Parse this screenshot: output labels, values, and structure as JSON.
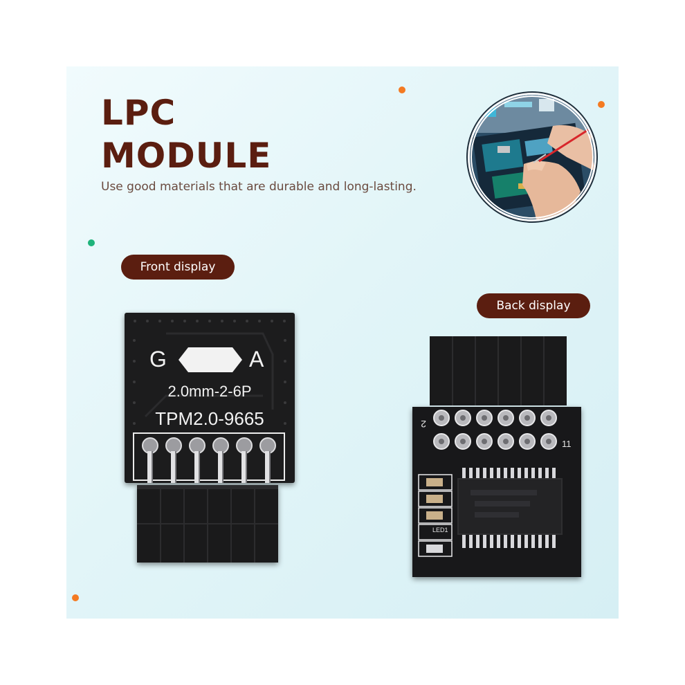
{
  "heading": {
    "line1": "LPC",
    "line2": "MODULE",
    "tagline": "Use good materials that are durable and long-lasting."
  },
  "labels": {
    "front": "Front display",
    "back": "Back display"
  },
  "front_board": {
    "left_letter": "G",
    "right_letter": "A",
    "spec": "2.0mm-2-6P",
    "model": "TPM2.0-9665"
  },
  "back_board": {
    "pin_number_left": "2",
    "pin_number_right": "11",
    "led_silkscreen": "LED1"
  },
  "colors": {
    "title": "#5b1e10",
    "pill_background": "#5b1e10",
    "accent_dot_orange": "#f47a22",
    "accent_dot_green": "#1fb37b",
    "board": "#1c1c1d"
  }
}
